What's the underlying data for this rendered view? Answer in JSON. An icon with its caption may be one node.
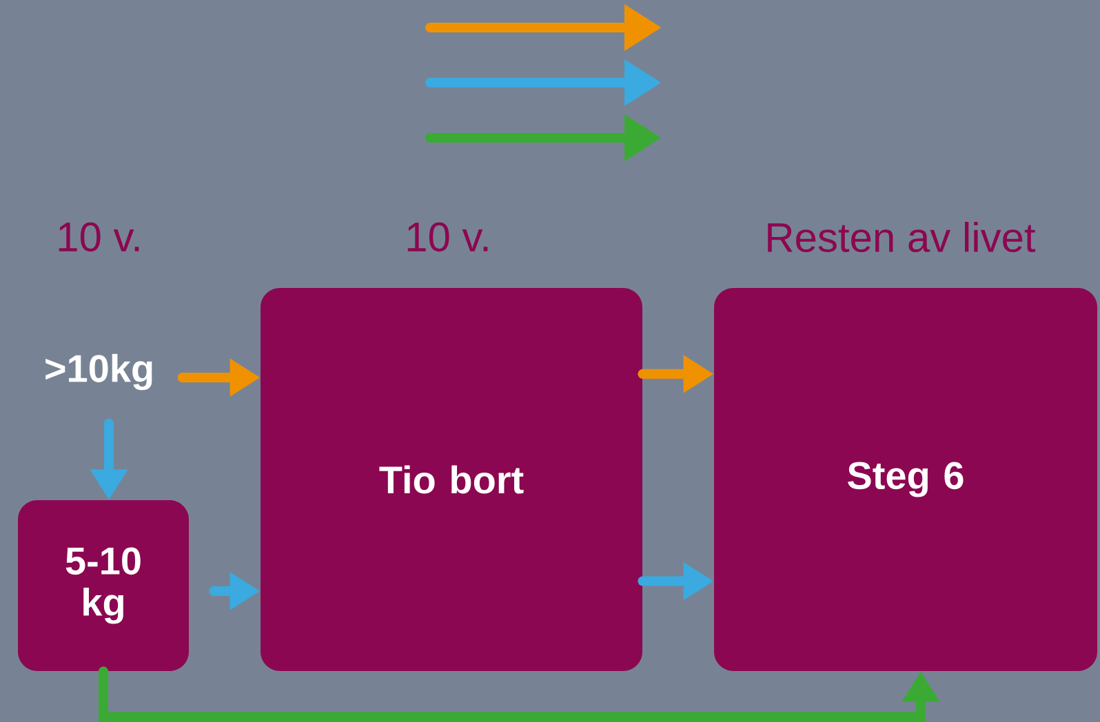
{
  "diagram": {
    "nodes": [
      {
        "text": [
          ">10kg"
        ]
      },
      {
        "text": [
          "5-10 kg"
        ]
      },
      {
        "text": [
          "Tio bort"
        ]
      },
      {
        "text": [
          "Steg 6"
        ]
      }
    ],
    "edges": [
      {
        "from": 0,
        "to": 2,
        "arrow": "to",
        "color": "#f09200"
      },
      {
        "from": 0,
        "to": 1,
        "arrow": "to",
        "color": "#3aaae0"
      },
      {
        "from": 1,
        "to": 2,
        "arrow": "to",
        "color": "#3aaae0"
      },
      {
        "from": 2,
        "to": 3,
        "arrow": "to",
        "color": "#f09200"
      },
      {
        "from": 2,
        "to": 3,
        "arrow": "to",
        "color": "#3aaae0"
      },
      {
        "from": 1,
        "to": 3,
        "arrow": "to",
        "color": "#3aaa35"
      }
    ],
    "labels": [
      "10 v.",
      "10 v.",
      "Resten av livet"
    ]
  }
}
